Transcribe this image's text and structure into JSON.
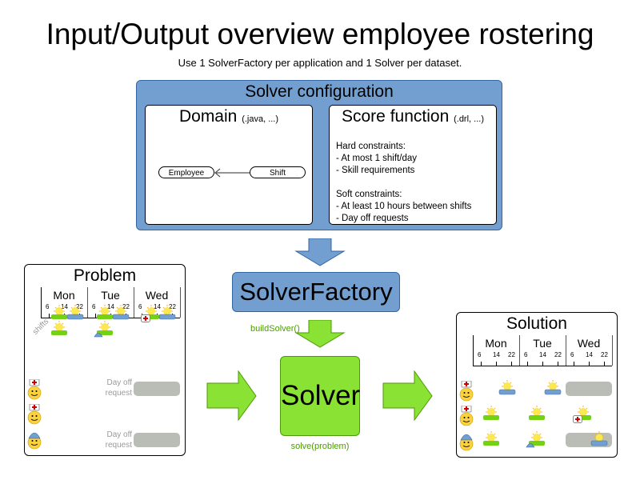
{
  "header": {
    "title": "Input/Output overview employee rostering",
    "subtitle": "Use 1 SolverFactory per application and 1 Solver per dataset."
  },
  "solver_configuration": {
    "title": "Solver configuration",
    "domain": {
      "title": "Domain",
      "suffix": "(.java, ...)",
      "classes": [
        "Employee",
        "Shift"
      ]
    },
    "score_function": {
      "title": "Score function",
      "suffix": "(.drl, ...)",
      "hard_title": "Hard constraints:",
      "hard": [
        "- At most 1 shift/day",
        "- Skill requirements"
      ],
      "soft_title": "Soft constraints:",
      "soft": [
        "- At least 10 hours between shifts",
        "- Day off requests"
      ]
    }
  },
  "factory": {
    "label": "SolverFactory",
    "build_call": "buildSolver()"
  },
  "solver": {
    "label": "Solver",
    "solve_call": "solve(problem)"
  },
  "problem": {
    "title": "Problem",
    "days": [
      "Mon",
      "Tue",
      "Wed"
    ],
    "hours": [
      "6",
      "14",
      "22"
    ],
    "shifts_label": "shifts",
    "day_off_label_1": "Day off",
    "day_off_label_2": "request",
    "employees": [
      "nurse",
      "nurse",
      "worker"
    ]
  },
  "solution": {
    "title": "Solution",
    "days": [
      "Mon",
      "Tue",
      "Wed"
    ],
    "hours": [
      "6",
      "14",
      "22"
    ]
  },
  "colors": {
    "blue": "#729fcf",
    "blue_border": "#3465a4",
    "green": "#8ae234",
    "green_dark": "#4e9a06",
    "dayoff_gray": "#babdb6"
  }
}
